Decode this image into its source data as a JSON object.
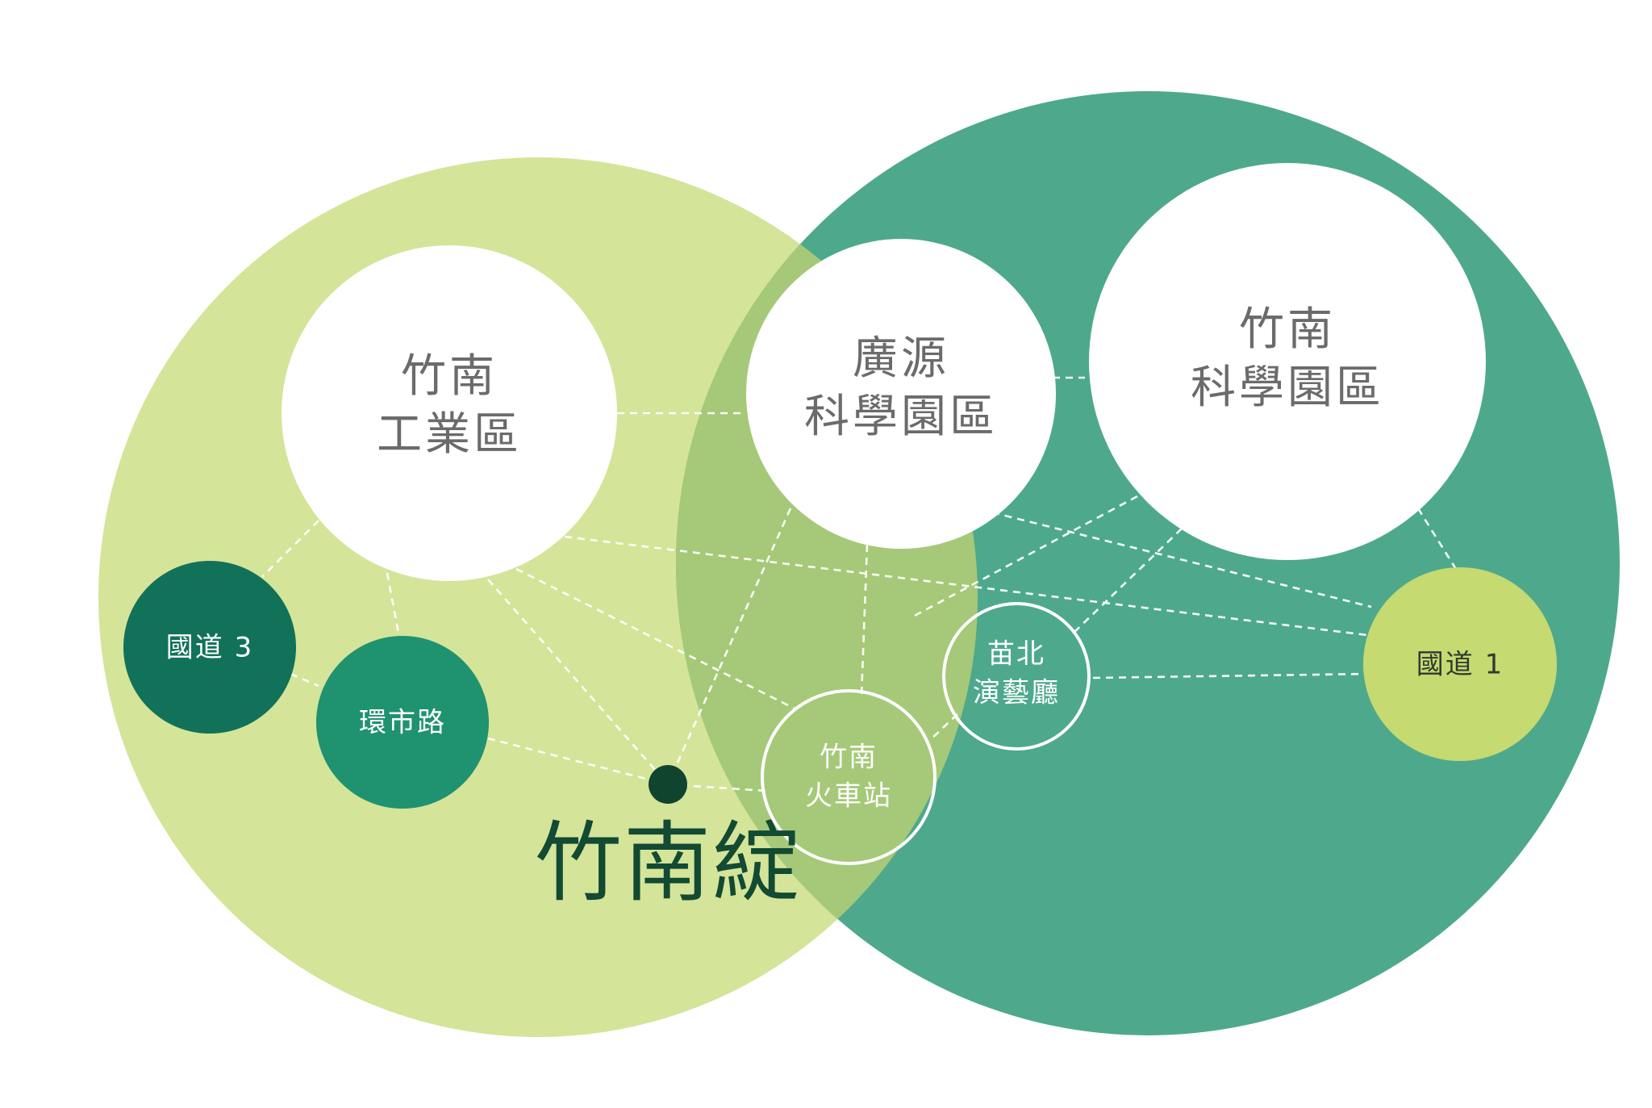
{
  "colors": {
    "left_area": "#d4e499",
    "right_area": "#4ea98c",
    "overlap": "#a5c978",
    "white_node": "#ffffff",
    "highway3": "#117259",
    "ring_road": "#1f9270",
    "highway1": "#c5da70",
    "project_dot": "#10442f",
    "project_text": "#124a33"
  },
  "nodes": {
    "industrial_zone": {
      "line1": "竹南",
      "line2": "工業區"
    },
    "guangyuan_park": {
      "line1": "廣源",
      "line2": "科學園區"
    },
    "zhunan_science_park": {
      "line1": "竹南",
      "line2": "科學園區"
    },
    "highway3": {
      "label": "國道 3"
    },
    "ring_road": {
      "label": "環市路"
    },
    "miaobei_hall": {
      "line1": "苗北",
      "line2": "演藝廳"
    },
    "zhunan_station": {
      "line1": "竹南",
      "line2": "火車站"
    },
    "highway1": {
      "label": "國道 1"
    },
    "project": {
      "label": "竹南綻"
    }
  }
}
